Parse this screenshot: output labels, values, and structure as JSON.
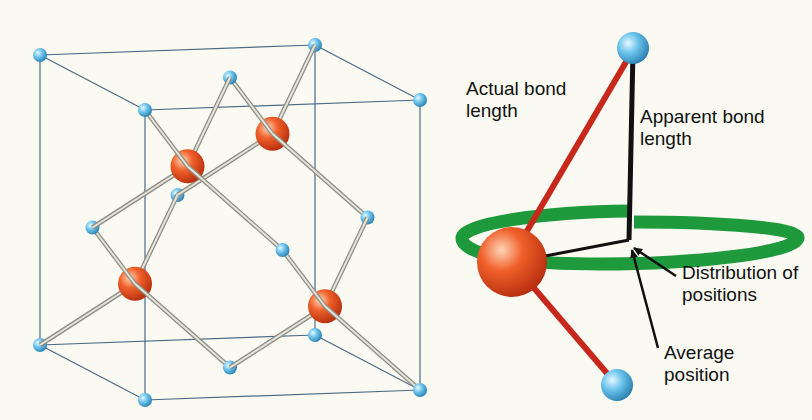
{
  "diagram": {
    "labels": [
      "Actual bond length",
      "Apparent bond length",
      "Distribution of positions",
      "Average position"
    ]
  }
}
